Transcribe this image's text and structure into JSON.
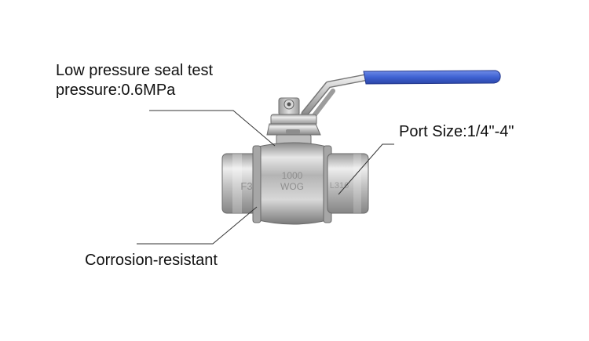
{
  "annotations": {
    "seal_test_line1": "Low pressure seal test",
    "seal_test_line2": "pressure:0.6MPa",
    "port_size": "Port Size:1/4\"-4\"",
    "corrosion": "Corrosion-resistant"
  },
  "valve_markings": {
    "left_end": "F3",
    "body_top": "1000",
    "body_bottom": "WOG",
    "right_end": "L316"
  },
  "colors": {
    "handle_grip": "#3f62d2",
    "steel": "#c8c8c8",
    "leader_line": "#333333"
  }
}
